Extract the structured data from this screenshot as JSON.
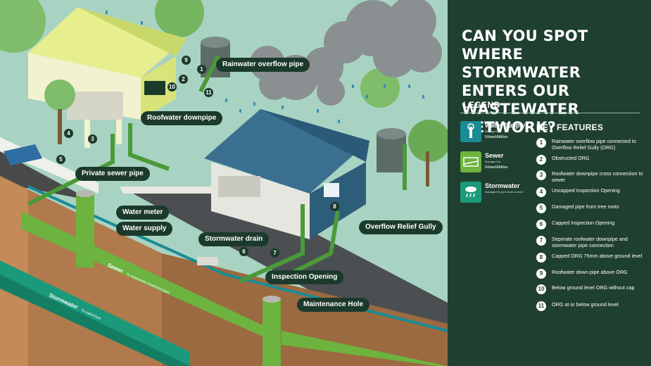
{
  "title": "Can you spot where stormwater enters our wastewater network?",
  "legend": {
    "heading": "LEGEND",
    "items": [
      {
        "label": "Water Supply",
        "sub": "Managed by",
        "brand": "UrbanUtilities",
        "color": "#1a8c95"
      },
      {
        "label": "Sewer",
        "sub": "Managed by",
        "brand": "UrbanUtilities",
        "color": "#6cb33f"
      },
      {
        "label": "Stormwater",
        "sub": "Managed by your local council",
        "brand": "",
        "color": "#1a9a7a"
      }
    ]
  },
  "key_features": {
    "heading": "KEY FEATURES",
    "items": [
      {
        "n": "1",
        "text": "Rainwater overflow pipe connected to Overflow Relief Gully (ORG)"
      },
      {
        "n": "2",
        "text": "Obstructed ORG"
      },
      {
        "n": "3",
        "text": "Roofwater downpipe cross connection to sewer"
      },
      {
        "n": "4",
        "text": "Uncapped Inspection Opening"
      },
      {
        "n": "5",
        "text": "Damaged pipe from tree roots"
      },
      {
        "n": "6",
        "text": "Capped Inspection Opening"
      },
      {
        "n": "7",
        "text": "Seperate roofwater downpipe and stormwater pipe connection"
      },
      {
        "n": "8",
        "text": "Capped ORG 75mm above ground level"
      },
      {
        "n": "9",
        "text": "Roofwater down pipe above ORG"
      },
      {
        "n": "10",
        "text": "Below ground level ORG without cap"
      },
      {
        "n": "11",
        "text": "ORG at or below ground level"
      }
    ]
  },
  "callouts": {
    "rainwater_overflow_pipe": "Rainwater overflow pipe",
    "roofwater_downpipe": "Roofwater downpipe",
    "private_sewer_pipe": "Private sewer pipe",
    "water_meter": "Water meter",
    "water_supply": "Water supply",
    "stormwater_drain": "Stormwater drain",
    "inspection_opening": "Inspection Opening",
    "overflow_relief_gully": "Overflow Relief Gully",
    "maintenance_hole": "Maintenance Hole"
  },
  "flows": {
    "sewer": "Sewer",
    "sewer_sub": "To wastewater treatment plant",
    "stormwater": "Stormwater",
    "stormwater_sub": "To waterways"
  },
  "scene_numbers": [
    "9",
    "1",
    "2",
    "10",
    "11",
    "4",
    "3",
    "5",
    "8",
    "6",
    "7"
  ],
  "colors": {
    "panel": "#1f3f30",
    "callout": "#1c3a2c",
    "sewer": "#6cb33f",
    "stormwater": "#1a9a7a",
    "water_supply": "#1a8c95",
    "ground": "#b07a4c",
    "sky": "#a8d3c2"
  }
}
